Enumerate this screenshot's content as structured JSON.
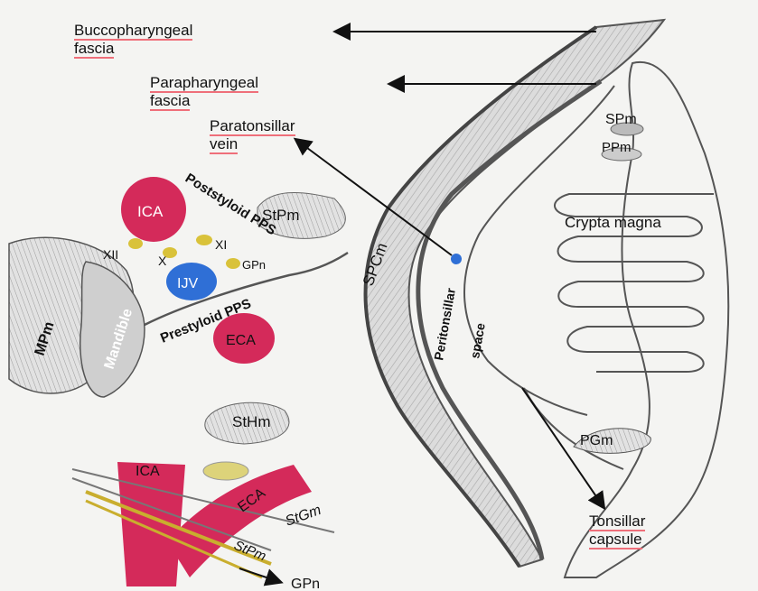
{
  "labels": {
    "buccopharyngeal": [
      "Buccopharyngeal",
      "fascia"
    ],
    "parapharyngeal": [
      "Parapharyngeal",
      "fascia"
    ],
    "paratonsillar": [
      "Paratonsillar",
      "vein"
    ],
    "spm": "SPm",
    "ppm": "PPm",
    "crypta": "Crypta magna",
    "ica_upper": "ICA",
    "poststyloid": "Poststyloid PPS",
    "stpm_upper": "StPm",
    "xii": "XII",
    "x": "X",
    "xi": "XI",
    "gpn_upper": "GPn",
    "ijv": "IJV",
    "prestyloid": "Prestyloid PPS",
    "eca_upper": "ECA",
    "mpm": "MPm",
    "mandible": "Mandible",
    "spcm": "SPCm",
    "peritonsillar": "Peritonsillar",
    "space": "space",
    "sthm": "StHm",
    "pgm": "PGm",
    "tonsillar": [
      "Tonsillar",
      "capsule"
    ],
    "ica_lower": "ICA",
    "eca_lower": "ECA",
    "stgm": "StGm",
    "stpm_lower": "StPm",
    "gpn_lower": "GPn"
  },
  "colors": {
    "artery": "#d42a5a",
    "vein": "#2f6fd6",
    "nerve": "#d9c23a",
    "underline": "#ef6f7a",
    "muscle_fill": "#d4d4d4"
  }
}
